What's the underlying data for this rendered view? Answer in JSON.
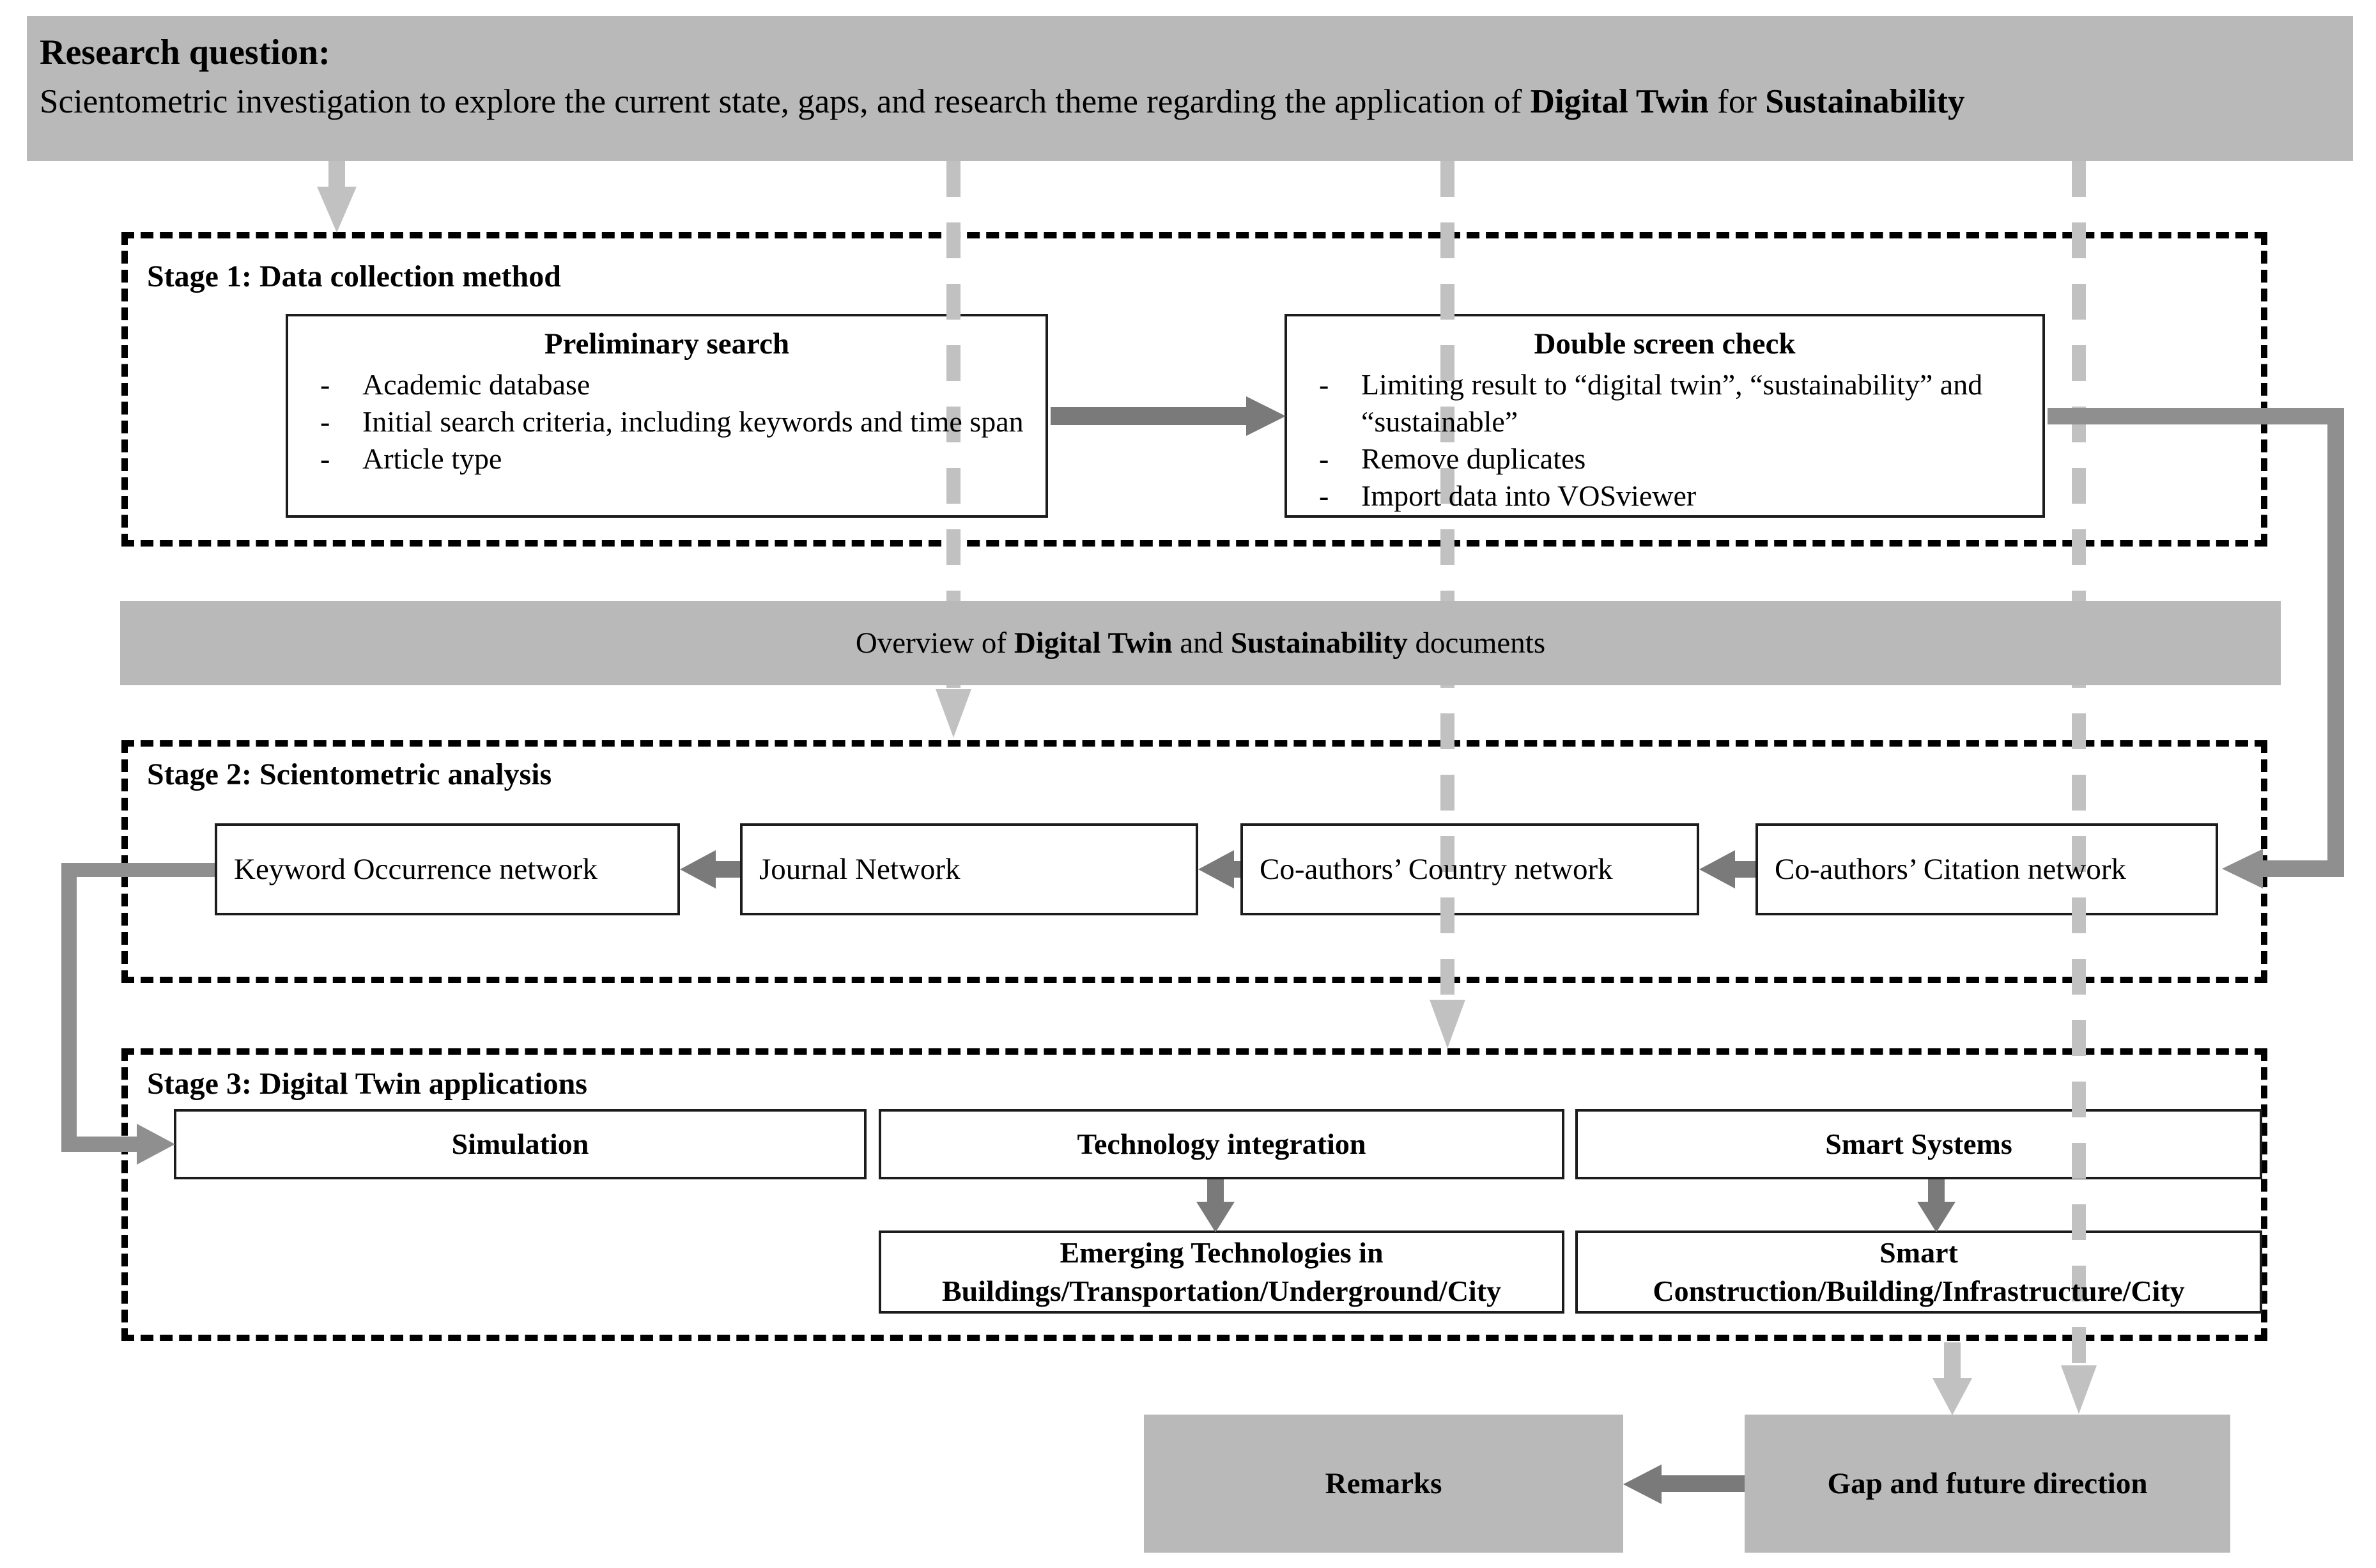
{
  "research": {
    "title": "Research question:",
    "line2_prefix": "Scientometric investigation to explore the current state, gaps, and research theme regarding the application of ",
    "line2_bold1": "Digital Twin",
    "line2_mid": " for ",
    "line2_bold2": "Sustainability"
  },
  "markers": {
    "dash": "-"
  },
  "stage1": {
    "label": "Stage 1: Data collection method",
    "preliminary": {
      "title": "Preliminary search",
      "bullets": [
        "Academic database",
        "Initial search criteria, including keywords and time span",
        "Article type"
      ]
    },
    "double_check": {
      "title": "Double screen check",
      "bullets": [
        "Limiting result to “digital twin”, “sustainability” and “sustainable”",
        "Remove duplicates",
        "Import data into VOSviewer"
      ]
    }
  },
  "overview_banner": {
    "prefix": "Overview of ",
    "bold1": "Digital Twin",
    "mid": " and ",
    "bold2": "Sustainability",
    "suffix": " documents"
  },
  "stage2": {
    "label": "Stage 2: Scientometric analysis",
    "boxes": [
      "Keyword Occurrence network",
      "Journal Network",
      "Co-authors’ Country network",
      "Co-authors’ Citation network"
    ]
  },
  "stage3": {
    "label": "Stage 3: Digital Twin applications",
    "row1": [
      "Simulation",
      "Technology integration",
      "Smart Systems"
    ],
    "row2": [
      {
        "line1": "Emerging Technologies in",
        "line2": "Buildings/Transportation/Underground/City"
      },
      {
        "line1": "Smart",
        "line2": "Construction/Building/Infrastructure/City"
      }
    ]
  },
  "bottom": {
    "remarks": "Remarks",
    "gap": "Gap and future direction"
  },
  "colors": {
    "banner_gray": "#b9b9b9",
    "light_arrow_gray": "#c1c1c1",
    "dark_arrow_gray": "#7a7a7a",
    "elbow_gray": "#8f8f8f",
    "border_black": "#1c1c1c"
  }
}
